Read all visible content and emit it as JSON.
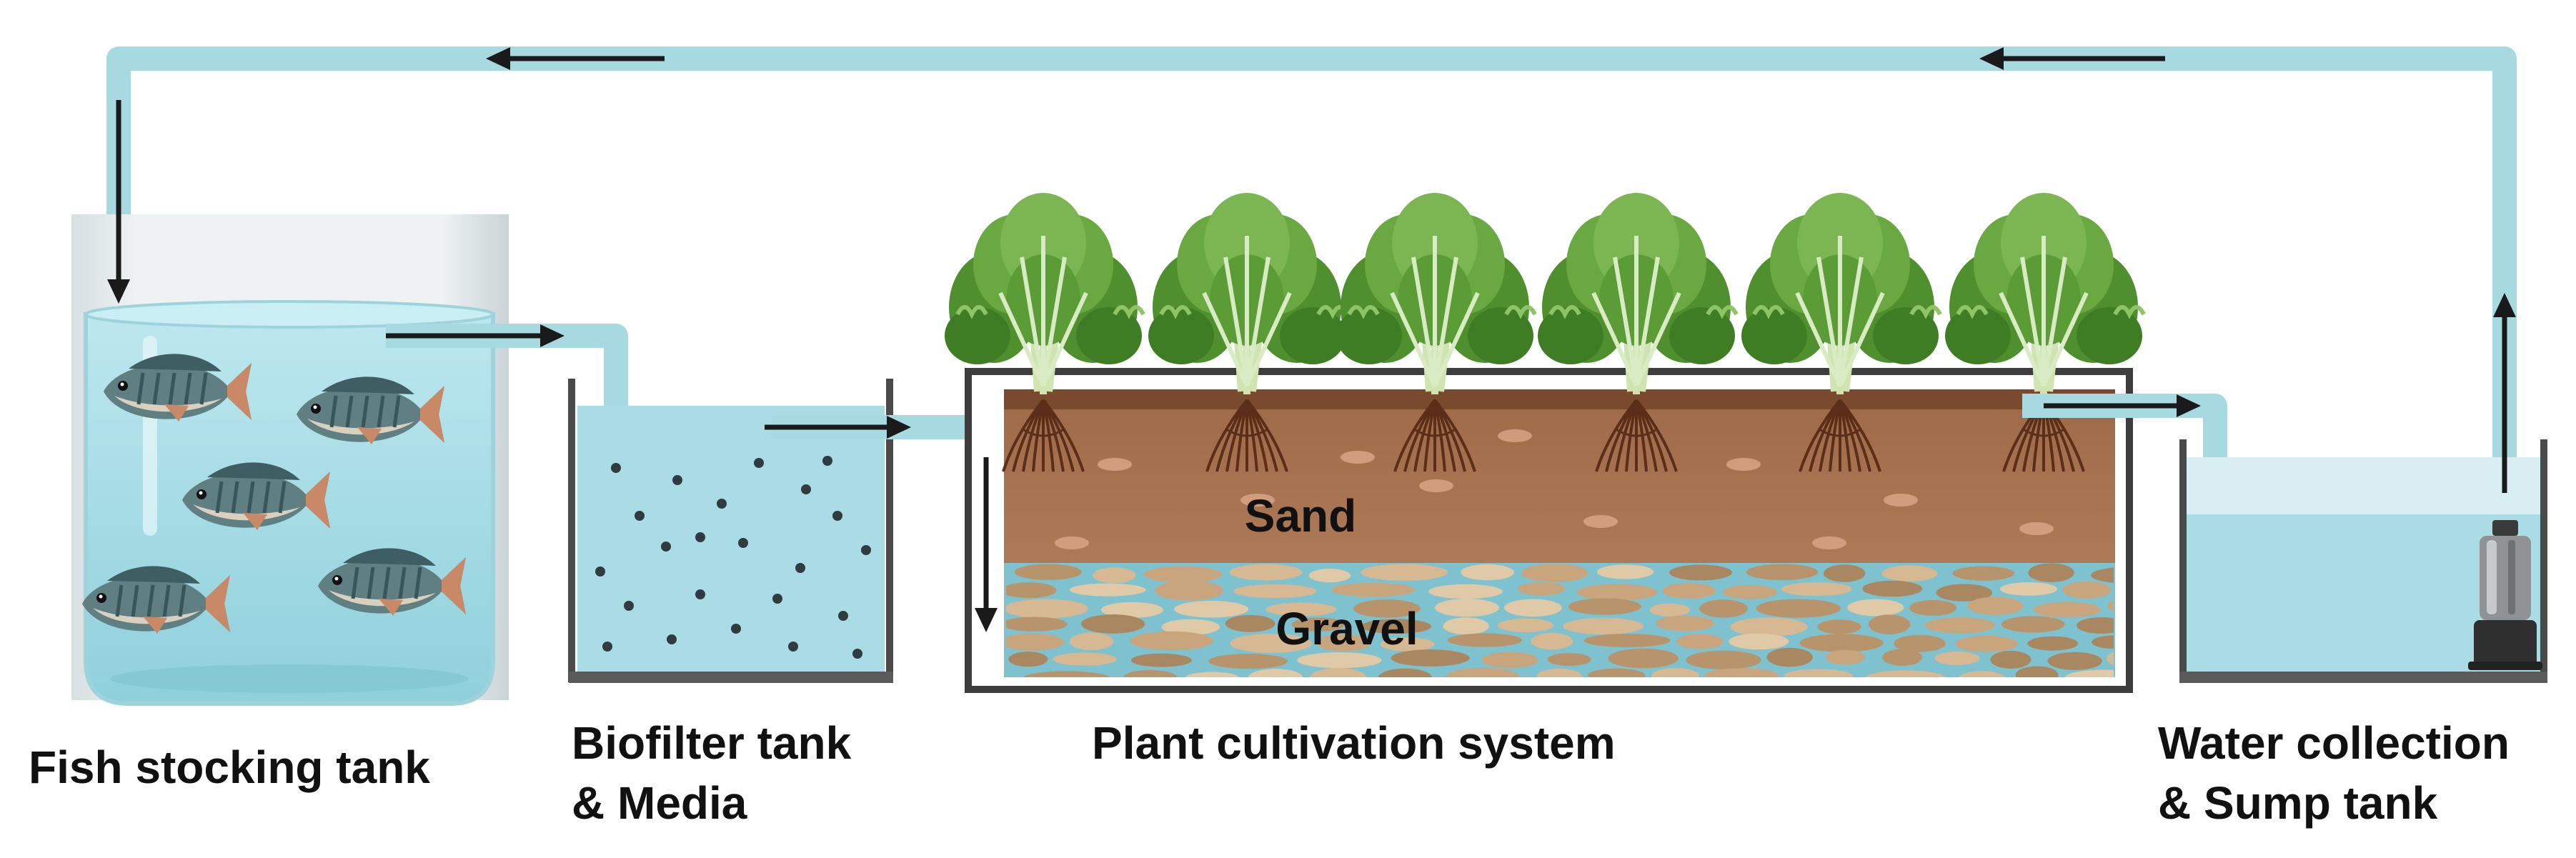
{
  "labels": {
    "fish_tank": "Fish stocking tank",
    "biofilter_line1": "Biofilter tank",
    "biofilter_line2": "& Media",
    "plant_system": "Plant cultivation system",
    "sump_line1": "Water collection",
    "sump_line2": "& Sump tank",
    "sand": "Sand",
    "gravel": "Gravel"
  },
  "counts": {
    "fish": 5,
    "plants": 6
  },
  "colors": {
    "pipe": "#a6d9e0",
    "water": "#a9dce4",
    "water_deep": "#8ccfd9",
    "soil_top": "#8a5a3c",
    "soil": "#a87452",
    "gravel_bg": "#7fc2cf",
    "pebble": "#c9a57e",
    "leaf": "#5f9b3a",
    "tank_frame": "#4a4a4a",
    "arrow": "#1a1a1a"
  },
  "icons": [
    "fish-icon",
    "lettuce-plant-icon",
    "root-icon",
    "submersible-pump-icon",
    "flow-arrow-icon"
  ]
}
